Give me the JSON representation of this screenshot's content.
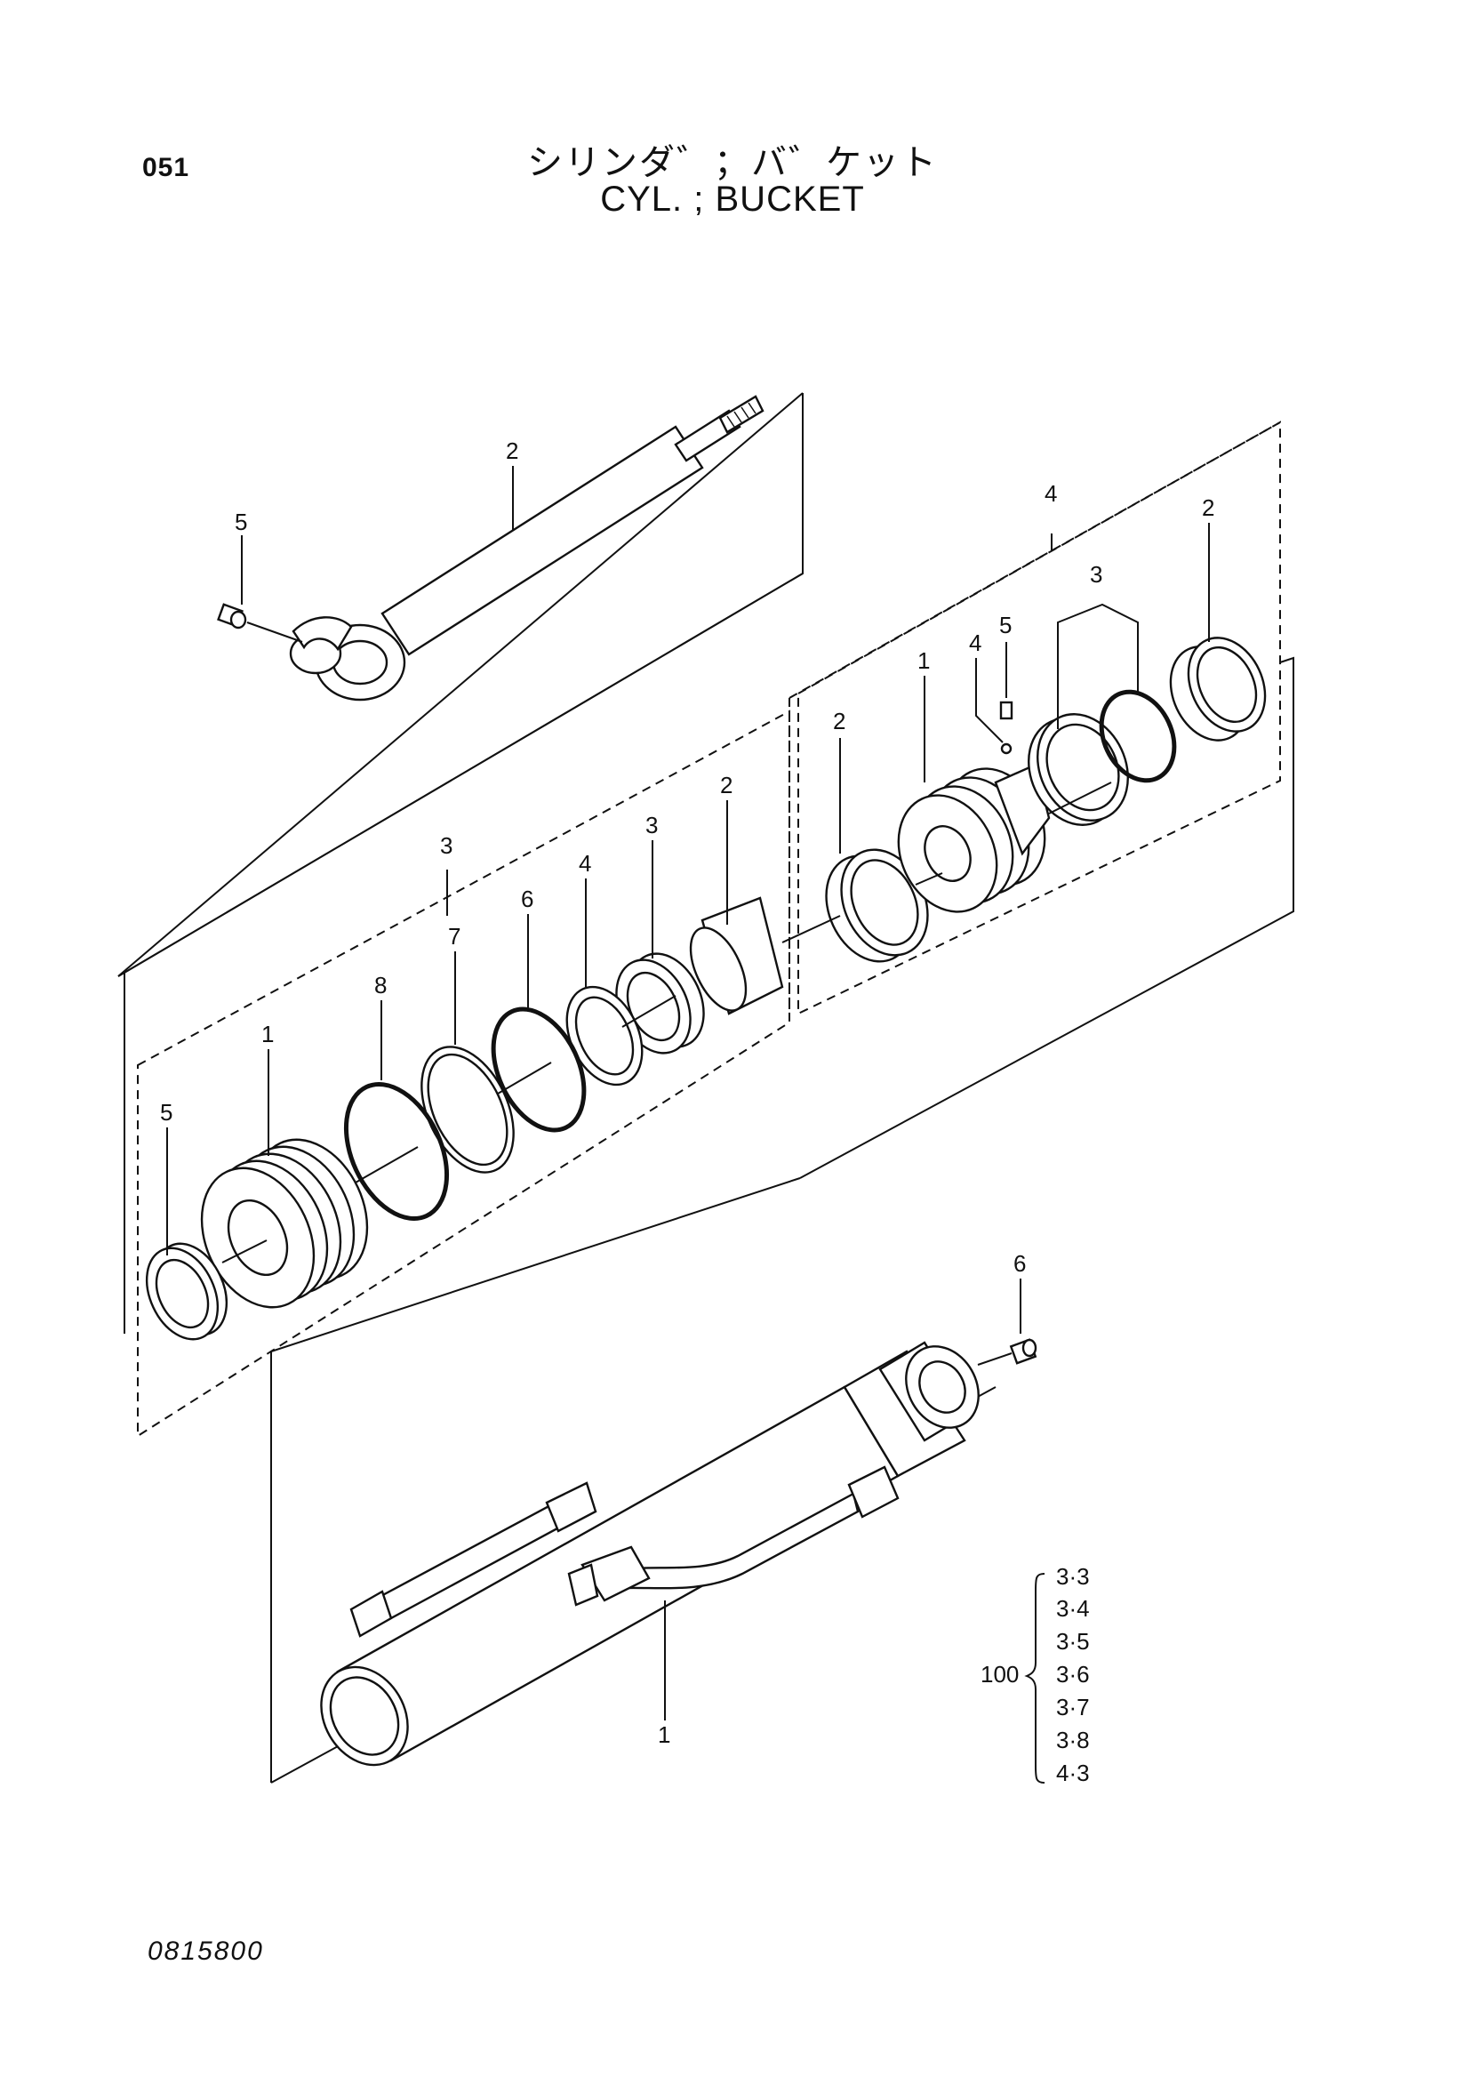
{
  "header": {
    "page_number": "051",
    "title_japanese": "シリンダ゛；バ゛ケット",
    "title_english": "CYL. ; BUCKET"
  },
  "footer": {
    "document_number": "0815800"
  },
  "callouts": {
    "rod_group": {
      "rod": "2",
      "grease_fitting": "5"
    },
    "piston_group": {
      "group": "4",
      "seal_a": "2",
      "piston": "1",
      "nut_ref": "4",
      "set_screw": "5",
      "seal_pair": "3",
      "wear_ring": "2"
    },
    "head_group": {
      "group": "3",
      "bushing": "2",
      "dust_seal": "3",
      "ring": "4",
      "o_ring_a": "6",
      "backup": "7",
      "o_ring_b": "8",
      "head": "1",
      "wiper": "5"
    },
    "tube_group": {
      "fitting": "6",
      "tube": "1"
    }
  },
  "seal_kit": {
    "number": "100",
    "items": [
      "3·3",
      "3·4",
      "3·5",
      "3·6",
      "3·7",
      "3·8",
      "4·3"
    ]
  }
}
